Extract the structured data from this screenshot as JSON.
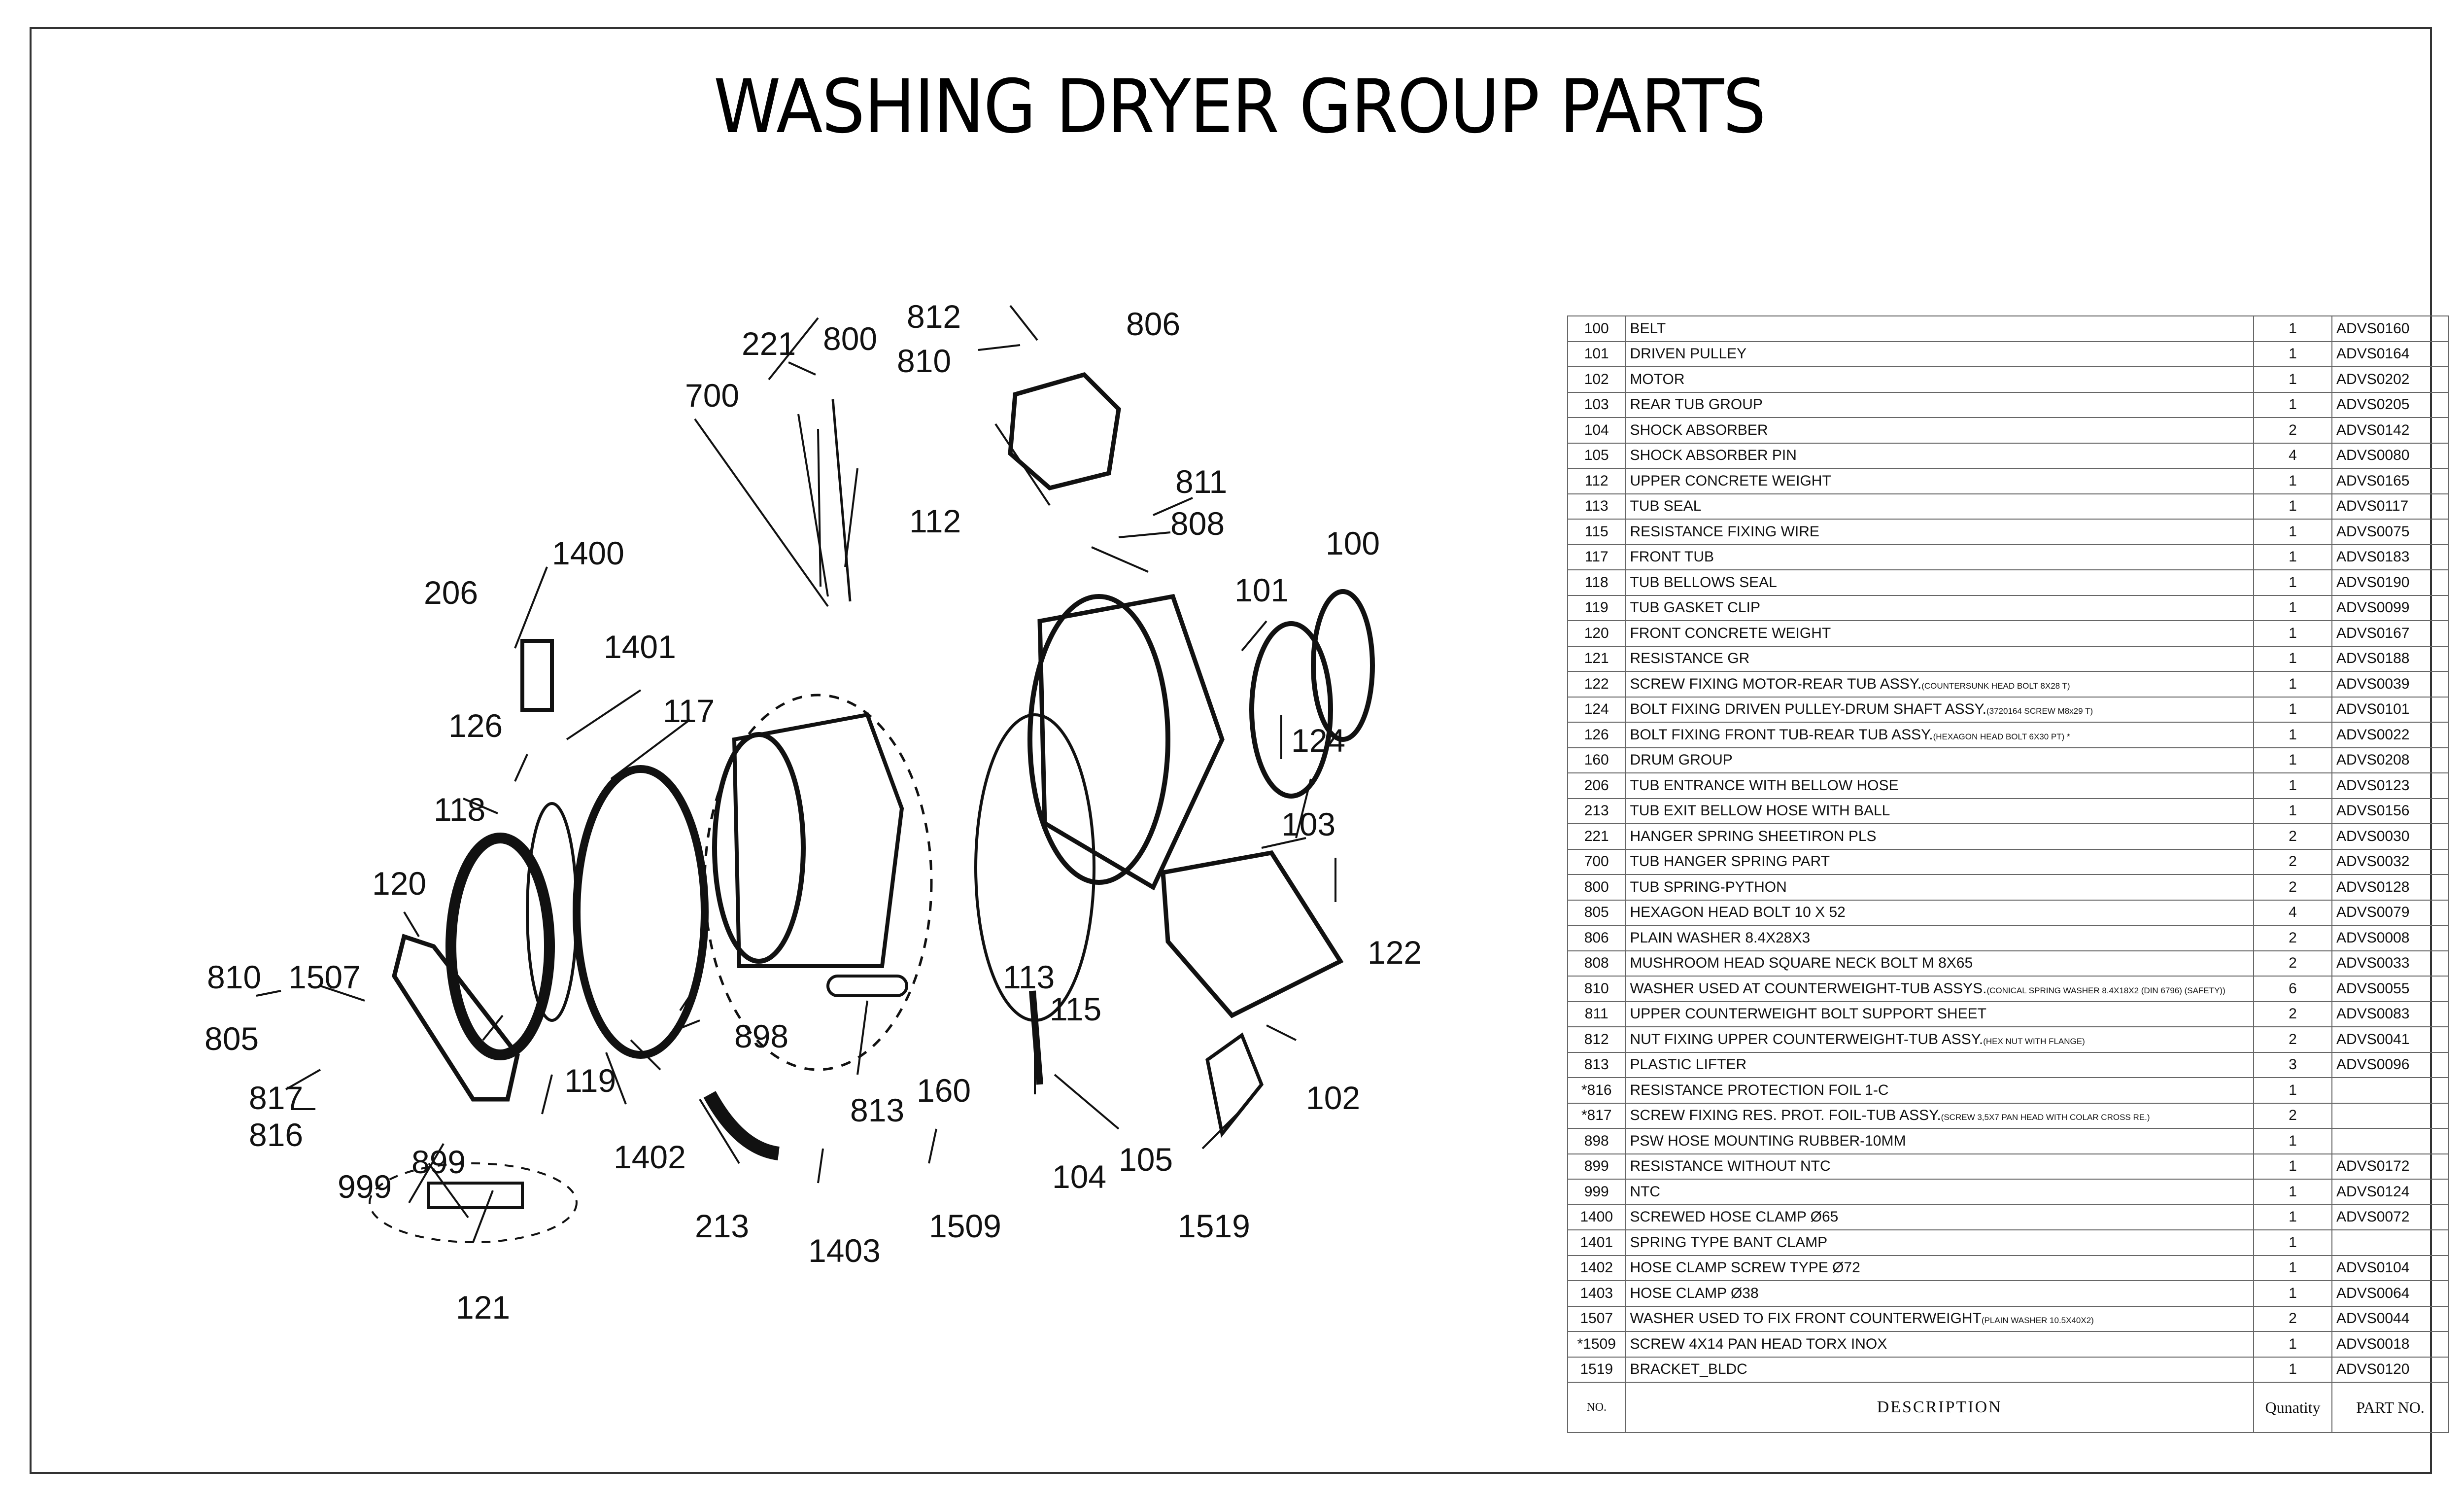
{
  "title": "WASHING DRYER GROUP PARTS",
  "callouts": {
    "c812": "812",
    "c806": "806",
    "c810a": "810",
    "c221": "221",
    "c800": "800",
    "c700": "700",
    "c811": "811",
    "c808": "808",
    "c112": "112",
    "c1400": "1400",
    "c206": "206",
    "c1401": "1401",
    "c100": "100",
    "c101": "101",
    "c117": "117",
    "c126": "126",
    "c124": "124",
    "c118": "118",
    "c103": "103",
    "c120": "120",
    "c122": "122",
    "c810b": "810",
    "c1507": "1507",
    "c113": "113",
    "c115": "115",
    "c898": "898",
    "c805": "805",
    "c119": "119",
    "c160": "160",
    "c817": "817",
    "c813": "813",
    "c102": "102",
    "c816": "816",
    "c899": "899",
    "c1402": "1402",
    "c104": "104",
    "c105": "105",
    "c999": "999",
    "c213": "213",
    "c1509": "1509",
    "c1519": "1519",
    "c1403": "1403",
    "c121": "121"
  },
  "table": {
    "rows": [
      {
        "no": "100",
        "desc": "BELT",
        "note": "",
        "qty": "1",
        "part": "ADVS0160"
      },
      {
        "no": "101",
        "desc": "DRIVEN PULLEY",
        "note": "",
        "qty": "1",
        "part": "ADVS0164"
      },
      {
        "no": "102",
        "desc": "MOTOR",
        "note": "",
        "qty": "1",
        "part": "ADVS0202"
      },
      {
        "no": "103",
        "desc": "REAR TUB GROUP",
        "note": "",
        "qty": "1",
        "part": "ADVS0205"
      },
      {
        "no": "104",
        "desc": "SHOCK ABSORBER",
        "note": "",
        "qty": "2",
        "part": "ADVS0142"
      },
      {
        "no": "105",
        "desc": "SHOCK ABSORBER PIN",
        "note": "",
        "qty": "4",
        "part": "ADVS0080"
      },
      {
        "no": "112",
        "desc": "UPPER CONCRETE WEIGHT",
        "note": "",
        "qty": "1",
        "part": "ADVS0165"
      },
      {
        "no": "113",
        "desc": "TUB SEAL",
        "note": "",
        "qty": "1",
        "part": "ADVS0117"
      },
      {
        "no": "115",
        "desc": "RESISTANCE FIXING WIRE",
        "note": "",
        "qty": "1",
        "part": "ADVS0075"
      },
      {
        "no": "117",
        "desc": "FRONT TUB",
        "note": "",
        "qty": "1",
        "part": "ADVS0183"
      },
      {
        "no": "118",
        "desc": "TUB BELLOWS SEAL",
        "note": "",
        "qty": "1",
        "part": "ADVS0190"
      },
      {
        "no": "119",
        "desc": "TUB GASKET CLIP",
        "note": "",
        "qty": "1",
        "part": "ADVS0099"
      },
      {
        "no": "120",
        "desc": "FRONT CONCRETE WEIGHT",
        "note": "",
        "qty": "1",
        "part": "ADVS0167"
      },
      {
        "no": "121",
        "desc": "RESISTANCE GR",
        "note": "",
        "qty": "1",
        "part": "ADVS0188"
      },
      {
        "no": "122",
        "desc": "SCREW FIXING MOTOR-REAR TUB ASSY.",
        "note": "(COUNTERSUNK HEAD BOLT 8X28 T)",
        "qty": "1",
        "part": "ADVS0039"
      },
      {
        "no": "124",
        "desc": "BOLT FIXING DRIVEN PULLEY-DRUM SHAFT ASSY.",
        "note": "(3720164 SCREW M8x29 T)",
        "qty": "1",
        "part": "ADVS0101"
      },
      {
        "no": "126",
        "desc": "BOLT FIXING FRONT TUB-REAR TUB ASSY.",
        "note": "(HEXAGON HEAD BOLT 6X30 PT) *",
        "qty": "1",
        "part": "ADVS0022"
      },
      {
        "no": "160",
        "desc": "DRUM GROUP",
        "note": "",
        "qty": "1",
        "part": "ADVS0208"
      },
      {
        "no": "206",
        "desc": "TUB ENTRANCE WITH BELLOW HOSE",
        "note": "",
        "qty": "1",
        "part": "ADVS0123"
      },
      {
        "no": "213",
        "desc": "TUB EXIT BELLOW HOSE WITH BALL",
        "note": "",
        "qty": "1",
        "part": "ADVS0156"
      },
      {
        "no": "221",
        "desc": "HANGER SPRING SHEETIRON PLS",
        "note": "",
        "qty": "2",
        "part": "ADVS0030"
      },
      {
        "no": "700",
        "desc": "TUB HANGER SPRING PART",
        "note": "",
        "qty": "2",
        "part": "ADVS0032"
      },
      {
        "no": "800",
        "desc": "TUB SPRING-PYTHON",
        "note": "",
        "qty": "2",
        "part": "ADVS0128"
      },
      {
        "no": "805",
        "desc": "HEXAGON HEAD BOLT 10 X 52",
        "note": "",
        "qty": "4",
        "part": "ADVS0079"
      },
      {
        "no": "806",
        "desc": "PLAIN WASHER 8.4X28X3",
        "note": "",
        "qty": "2",
        "part": "ADVS0008"
      },
      {
        "no": "808",
        "desc": "MUSHROOM HEAD SQUARE NECK BOLT M 8X65",
        "note": "",
        "qty": "2",
        "part": "ADVS0033"
      },
      {
        "no": "810",
        "desc": "WASHER USED AT COUNTERWEIGHT-TUB ASSYS.",
        "note": "(CONICAL SPRING WASHER 8.4X18X2 (DIN 6796) (SAFETY))",
        "qty": "6",
        "part": "ADVS0055"
      },
      {
        "no": "811",
        "desc": "UPPER COUNTERWEIGHT BOLT SUPPORT SHEET",
        "note": "",
        "qty": "2",
        "part": "ADVS0083"
      },
      {
        "no": "812",
        "desc": "NUT FIXING UPPER COUNTERWEIGHT-TUB ASSY.",
        "note": "(HEX NUT WITH FLANGE)",
        "qty": "2",
        "part": "ADVS0041"
      },
      {
        "no": "813",
        "desc": "PLASTIC LIFTER",
        "note": "",
        "qty": "3",
        "part": "ADVS0096"
      },
      {
        "no": "*816",
        "desc": "RESISTANCE PROTECTION FOIL 1-C",
        "note": "",
        "qty": "1",
        "part": ""
      },
      {
        "no": "*817",
        "desc": "SCREW FIXING RES. PROT. FOIL-TUB ASSY.",
        "note": "(SCREW 3,5X7 PAN HEAD WITH COLAR CROSS RE.)",
        "qty": "2",
        "part": ""
      },
      {
        "no": "898",
        "desc": "PSW HOSE MOUNTING RUBBER-10MM",
        "note": "",
        "qty": "1",
        "part": ""
      },
      {
        "no": "899",
        "desc": "RESISTANCE WITHOUT NTC",
        "note": "",
        "qty": "1",
        "part": "ADVS0172"
      },
      {
        "no": "999",
        "desc": "NTC",
        "note": "",
        "qty": "1",
        "part": "ADVS0124"
      },
      {
        "no": "1400",
        "desc": "SCREWED HOSE CLAMP Ø65",
        "note": "",
        "qty": "1",
        "part": "ADVS0072"
      },
      {
        "no": "1401",
        "desc": "SPRING TYPE BANT CLAMP",
        "note": "",
        "qty": "1",
        "part": ""
      },
      {
        "no": "1402",
        "desc": "HOSE CLAMP SCREW TYPE Ø72",
        "note": "",
        "qty": "1",
        "part": "ADVS0104"
      },
      {
        "no": "1403",
        "desc": "HOSE CLAMP Ø38",
        "note": "",
        "qty": "1",
        "part": "ADVS0064"
      },
      {
        "no": "1507",
        "desc": "WASHER USED TO FIX FRONT COUNTERWEIGHT",
        "note": "(PLAIN WASHER 10.5X40X2)",
        "qty": "2",
        "part": "ADVS0044"
      },
      {
        "no": "*1509",
        "desc": "SCREW 4X14 PAN HEAD TORX INOX",
        "note": "",
        "qty": "1",
        "part": "ADVS0018"
      },
      {
        "no": "1519",
        "desc": "BRACKET_BLDC",
        "note": "",
        "qty": "1",
        "part": "ADVS0120"
      }
    ],
    "header": {
      "no": "NO.",
      "desc": "DESCRIPTION",
      "qty": "Qunatity",
      "part": "PART NO."
    }
  }
}
